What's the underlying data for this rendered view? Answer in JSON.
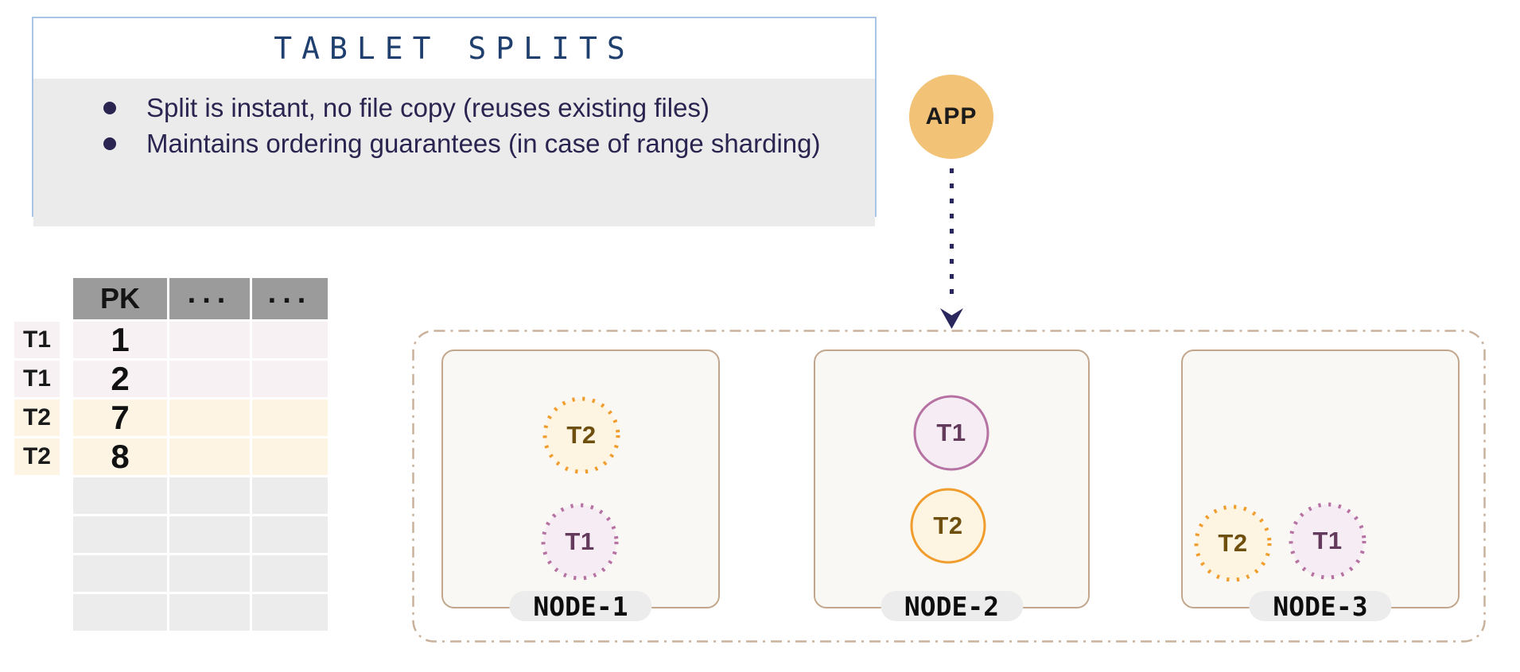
{
  "info_box": {
    "title": "TABLET SPLITS",
    "bullets": [
      "Split is instant, no file copy (reuses existing files)",
      "Maintains ordering guarantees (in case of range sharding)"
    ]
  },
  "app": {
    "label": "APP"
  },
  "table": {
    "columns": [
      "PK",
      "...",
      "..."
    ],
    "rows": [
      {
        "label": "T1",
        "pk": "1"
      },
      {
        "label": "T1",
        "pk": "2"
      },
      {
        "label": "T2",
        "pk": "7"
      },
      {
        "label": "T2",
        "pk": "8"
      }
    ],
    "empty_row_count": 4
  },
  "cluster": {
    "nodes": [
      {
        "name": "NODE-1",
        "tablets": [
          {
            "label": "T2"
          },
          {
            "label": "T1"
          }
        ]
      },
      {
        "name": "NODE-2",
        "tablets": [
          {
            "label": "T1"
          },
          {
            "label": "T2"
          }
        ]
      },
      {
        "name": "NODE-3",
        "tablets": [
          {
            "label": "T2"
          },
          {
            "label": "T1"
          }
        ]
      }
    ]
  },
  "palette": {
    "title_blue": "#1f3f6e",
    "text_navy": "#2a2550",
    "box_border_blue": "#a9c4e4",
    "box_body_gray": "#ebebeb",
    "app_orange": "#f2c276",
    "arrow_navy": "#2a265e",
    "cluster_dash": "#c9b19c",
    "node_border": "#c2a78c",
    "node_bg": "#faf8f5",
    "pill_gray": "#ececec",
    "table_header_gray": "#9b9b9b",
    "t1_row": "#f7f1f4",
    "t2_row": "#fdf4e4",
    "empty_row": "#ececec",
    "t2_fill": "#fdf4e2",
    "t2_border": "#f09d2e",
    "t2_text": "#6f4f0e",
    "t1_fill": "#f5edf3",
    "t1_border": "#b672a2",
    "t1_text": "#643a5c"
  }
}
